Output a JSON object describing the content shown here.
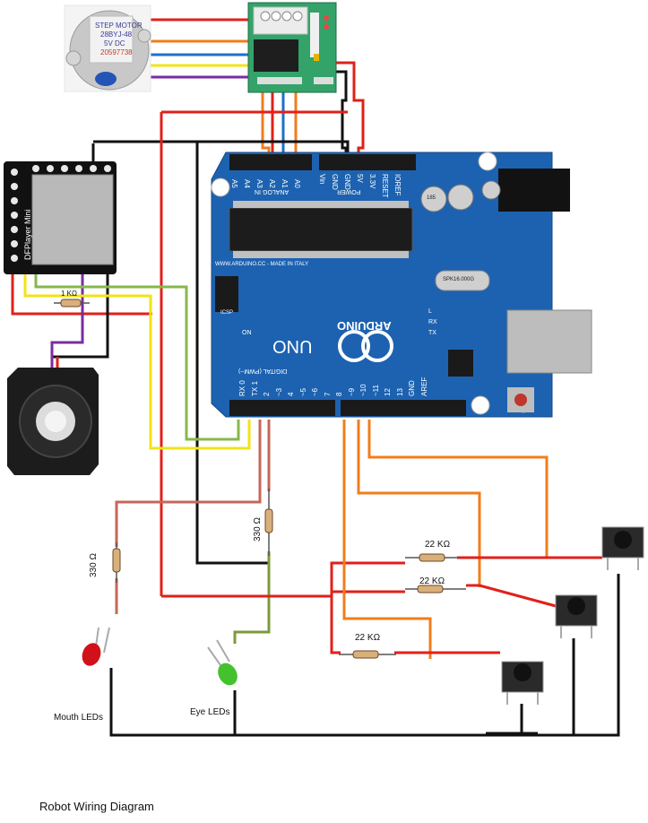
{
  "stepper_motor": {
    "label_line1": "STEP MOTOR",
    "label_line2": "28BYJ-48",
    "label_line3": "5V DC",
    "label_line4": "20597738"
  },
  "dfplayer": {
    "label": "DFPlayer Mini"
  },
  "arduino": {
    "brand": "ARDUINO",
    "model": "UNO",
    "made_in": "WWW.ARDUINO.CC - MADE IN ITALY",
    "analog_header": "ANALOG IN",
    "power_header": "POWER",
    "digital_header": "DIGITAL (PWM~)",
    "analog_pins": [
      "A5",
      "A4",
      "A3",
      "A2",
      "A1",
      "A0"
    ],
    "power_pins": [
      "Vin",
      "GND",
      "GND",
      "5V",
      "3.3V",
      "RESET",
      "IOREF"
    ],
    "digital_pins": [
      "RX 0",
      "TX 1",
      "2",
      "~3",
      "4",
      "~5",
      "~6",
      "7",
      "8",
      "~9",
      "~10",
      "~11",
      "12",
      "13",
      "GND",
      "AREF"
    ],
    "crystal": "SPK16.000G",
    "on_label": "ON",
    "tx_label": "TX",
    "rx_label": "RX",
    "l_label": "L",
    "icsp_label": "ICSP",
    "cap_label": "185"
  },
  "resistors": {
    "r_1k": "1 KΩ",
    "r_330_left": "330 Ω",
    "r_330_mid": "330 Ω",
    "r_22k_top": "22 KΩ",
    "r_22k_mid": "22 KΩ",
    "r_22k_bottom": "22 KΩ"
  },
  "labels": {
    "mouth_leds": "Mouth LEDs",
    "eye_leds": "Eye LEDs",
    "caption": "Robot Wiring Diagram"
  },
  "colors": {
    "wire_red": "#e0201a",
    "wire_black": "#111111",
    "wire_orange": "#f07d1c",
    "wire_blue": "#1f6fc9",
    "wire_yellow": "#f2e315",
    "wire_purple": "#7a2ca0",
    "wire_green": "#86b84a",
    "wire_olive": "#7d9a3a",
    "wire_brown": "#c4675a",
    "board_blue": "#1d62b0"
  }
}
